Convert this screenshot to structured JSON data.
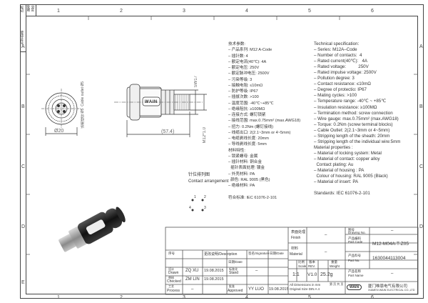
{
  "sheet": {
    "zone_cols": [
      "1",
      "2",
      "3",
      "4",
      "5",
      "6"
    ],
    "zone_rows": [
      "A",
      "B",
      "C",
      "D",
      "E"
    ],
    "revision_side_labels": [
      "标记",
      "处数",
      "分区",
      "更改文件号"
    ]
  },
  "drawing": {
    "diameter_label": "Ø20",
    "length_label": "(57.4)",
    "sw_label": "SW17",
    "thread_label": "M12*1.0",
    "cable_note": "适用线径 Ø5  Cable outlet Ø5",
    "brand_on_part": "WAIN",
    "pin_title_cn": "针位排列图",
    "pin_title_en": "Contact arrangement",
    "pin_numbers": [
      "1",
      "2",
      "3",
      "4"
    ]
  },
  "spec_cn": {
    "lines": [
      "技术参数:",
      "– 产品系列: M12 A-Code",
      "– 插针数: 4",
      "– 额定电流(40℃): 4A",
      "– 额定电压: 250V",
      "– 额定脉冲电压: 2500V",
      "– 污染等级: 3",
      "– 接触电阻: ≤10mΩ",
      "– 防护等级: IP67",
      "– 插拔次数: >100",
      "– 温度范围: -40℃~+85℃",
      "– 绝缘阻抗: ≥100MΩ",
      "– 连接方式: 螺钉锁紧",
      "– 接线范围: max.0.75mm² (max.AWG18)",
      "– 扭力: 0.2Nm (螺钉接线)",
      "– 线缆出口: 2(2.1~3mm or 4~5mm)",
      "– 电缆剥线长度: 20mm",
      "– 导线剥线长度: 5mm",
      "材料特性:",
      "– 锁紧螺母: 金属",
      "– 插针材料: 铜合金",
      "  插针表面处理: 镀金",
      "– 外壳材料: PA",
      "  颜色: RAL 9005 (黑色)",
      "– 绝缘材料: PA",
      "",
      "符合标准: IEC 61076-2-101"
    ]
  },
  "spec_en": {
    "lines": [
      "Technical specification:",
      "– Series: M12A–Code",
      "– Number of contacts:  4",
      "– Rated current(40℃):   4A",
      "– Rated voltage:          250V",
      "– Rated impulse voltage: 2500V",
      "– Pollution degree: 3",
      "– Contact resistance: ≤10mΩ",
      "– Degree of protectio: IP67",
      "– Mating cycles: >100",
      "– Temperature range: -40℃ ~ +85℃",
      "– Insulation resistance: ≥100MΩ",
      "– Termination method: screw connection",
      "– Wire gauge: max.0.75mm² (max.AWG18)",
      "– Torque: 0.2Nm (screw terminal blocks)",
      "– Cable Outlet: 2(2.1~3mm or 4~5mm)",
      "– Stripping length of the sheath: 20mm",
      "– Stripping length of the individual wire:5mm",
      "Material properties :",
      "– Material of locking system: Metal",
      "– Material of contact: copper alloy",
      "  Contact plating: Au",
      "– Material of housing : PA",
      "  Colour of housing: RAL 9005 (Black)",
      "– Material of insert: PA",
      "",
      "Standards: IEC 61076-2-101"
    ]
  },
  "title_block": {
    "surface_label_cn": "表面处理",
    "surface_label_en": "Finish",
    "surface_value": "–",
    "material_label_cn": "材料",
    "material_label_en": "Material",
    "material_value": "–",
    "scale_label_cn": "比例",
    "scale_label_en": "Scale",
    "scale_value": "1:1",
    "rev_label_cn": "版本",
    "rev_label_en": "REV.",
    "rev_value": "V1.0",
    "weight_label_cn": "重量",
    "weight_label_en": "Weight",
    "weight_value": "25.2g",
    "sheet_label": "第 页 共 页",
    "drawing_no_label_cn": "图号",
    "drawing_no_label_en": "Drawing No.",
    "drawing_no_value": "–",
    "part_code_label_cn": "产品编码",
    "part_code_label_en": "Part Code",
    "part_code_value": "M12-M04A-T-Z05",
    "part_no_label_cn": "产品料号",
    "part_no_label_en": "Part No.",
    "part_no_value": "1630044113004",
    "part_name_label_cn": "产品名称",
    "part_name_label_en": "Part Name",
    "part_name_value": "–",
    "header_rev_no": "序号",
    "header_description": "更改说明/Description",
    "header_date": "日期/Date",
    "header_signature": "签名/Signature",
    "header_date2": "日期/Date",
    "drawn_label_cn": "设计",
    "drawn_label_en": "Drawn",
    "drawn_name": "ZQ XU",
    "drawn_date": "19.08.2015",
    "checked_label_cn": "审核",
    "checked_label_en": "Checked",
    "checked_name": "ZM LIN",
    "checked_date": "19.08.2015",
    "process_label_cn": "工艺",
    "process_label_en": "Process",
    "process_name": "–",
    "stand_label_cn": "标准化",
    "stand_label_en": "Stand",
    "stand_value": "–",
    "approved_label_cn": "批准",
    "approved_label_en": "Approved",
    "approved_name": "YY LUO",
    "approved_date": "19.08.2015",
    "dim_note": "All Dimensions in mm\nOriginal Size DIN A 4",
    "company_cn": "厦门唯恩电气有限公司",
    "company_en": "XIAMEN WAIN ELECTRICAL CO.,LTD",
    "logo_text": "WAIN"
  }
}
